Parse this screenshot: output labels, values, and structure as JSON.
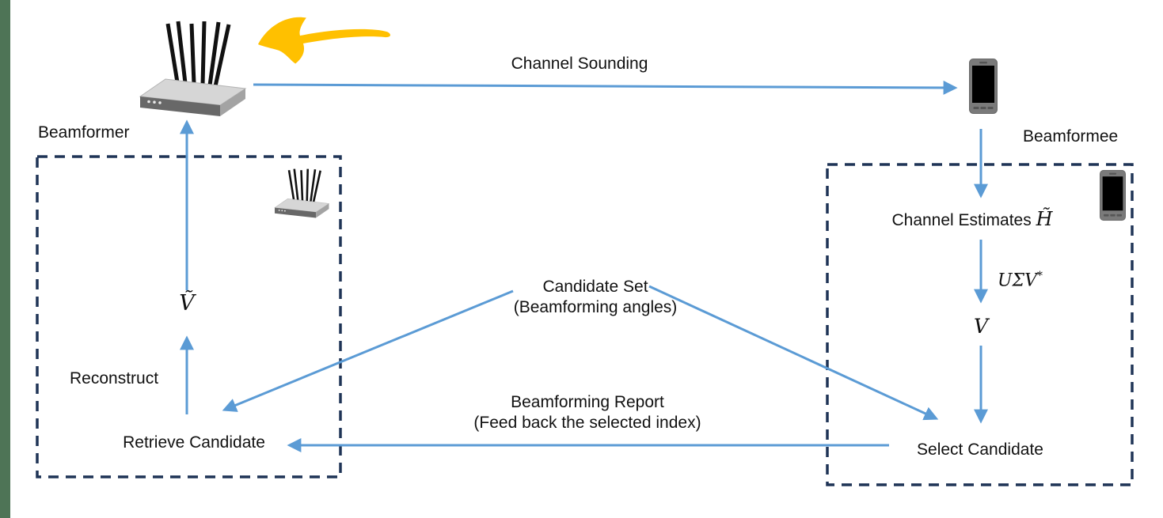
{
  "page": {
    "title": "Beamforming channel sounding diagram",
    "background": "#ffffff",
    "left_bar_color": "#4e7456"
  },
  "colors": {
    "arrow_blue": "#5b9bd5",
    "dashed_box": "#1f3456",
    "hand_arrow_yellow": "#ffc000",
    "text": "#111111",
    "router_top": "#d6d6d6",
    "router_front": "#686868",
    "router_side": "#a3a3a3",
    "phone_body": "#7a7a7a",
    "phone_screen": "#000000"
  },
  "icons": {
    "router_large": "router-icon",
    "router_small": "router-icon-small",
    "phone_large": "smartphone-icon",
    "phone_small": "smartphone-icon-small",
    "hand_arrow": "hand-drawn-arrow-icon"
  },
  "labels": {
    "channel_sounding": "Channel Sounding",
    "beamformer": "Beamformer",
    "beamformee": "Beamformee",
    "v_tilde": "Ṽ",
    "reconstruct": "Reconstruct",
    "retrieve_candidate": "Retrieve Candidate",
    "candidate_set_line1": "Candidate Set",
    "candidate_set_line2": "(Beamforming angles)",
    "beamforming_report_line1": "Beamforming Report",
    "beamforming_report_line2": "(Feed back the selected index)",
    "channel_estimates": "Channel Estimates",
    "h_tilde": "H̃",
    "usv": "UΣV",
    "usv_sup": "*",
    "v": "V",
    "select_candidate": "Select Candidate"
  }
}
